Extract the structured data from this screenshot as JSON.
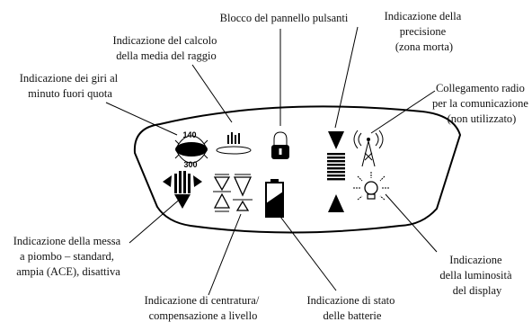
{
  "labels": {
    "keypad_lock": [
      "Blocco del pannello pulsanti"
    ],
    "radius_average": [
      "Indicazione del calcolo",
      "della media del raggio"
    ],
    "rpm_out_of_range": [
      "Indicazione dei giri al",
      "minuto fuori quota"
    ],
    "precision": [
      "Indicazione della",
      "precisione",
      "(zona morta)"
    ],
    "radio_link": [
      "Collegamento radio",
      "per la comunicazione",
      "(non utilizzato)"
    ],
    "plumb": [
      "Indicazione della messa",
      "a piombo – standard,",
      "ampia (ACE), disattiva"
    ],
    "centering": [
      "Indicazione di centratura/",
      "compensazione a livello"
    ],
    "battery": [
      "Indicazione di stato",
      "delle batterie"
    ],
    "brightness": [
      "Indicazione",
      "della luminosità",
      "del display"
    ]
  },
  "rpm_values": {
    "top": "140",
    "bottom": "300"
  }
}
